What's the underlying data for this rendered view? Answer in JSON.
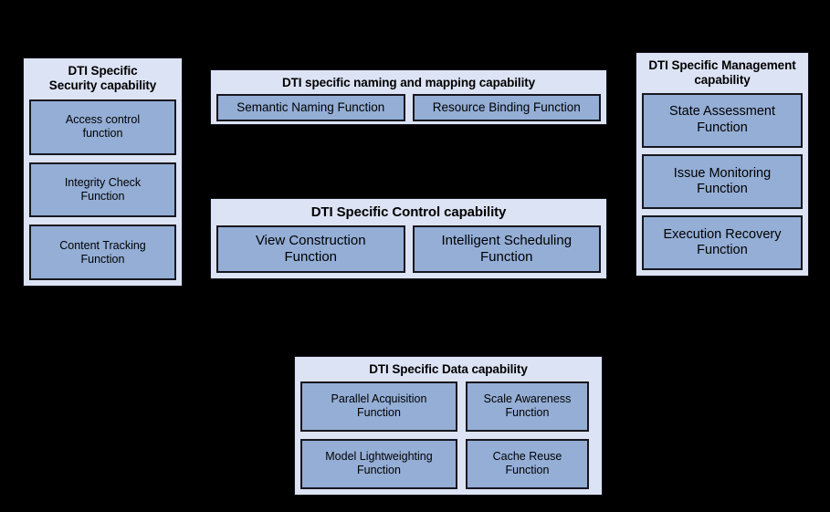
{
  "diagram": {
    "background_color": "#000000",
    "group_fill_color": "#dce3f4",
    "function_fill_color": "#94aed6",
    "border_color": "#17171f"
  },
  "groups": {
    "security": {
      "title": "DTI Specific Security capability",
      "title_line1": "DTI Specific",
      "title_line2": "Security capability",
      "functions": [
        {
          "line1": "Access control",
          "line2": "function"
        },
        {
          "line1": "Integrity Check",
          "line2": "Function"
        },
        {
          "line1": "Content Tracking",
          "line2": "Function"
        }
      ]
    },
    "naming": {
      "title": "DTI specific naming and mapping capability",
      "functions": [
        {
          "label": "Semantic Naming Function"
        },
        {
          "label": "Resource Binding Function"
        }
      ]
    },
    "control": {
      "title": "DTI Specific Control capability",
      "functions": [
        {
          "line1": "View Construction",
          "line2": "Function"
        },
        {
          "line1": "Intelligent Scheduling",
          "line2": "Function"
        }
      ]
    },
    "management": {
      "title": "DTI Specific Management capability",
      "title_line1": "DTI Specific Management",
      "title_line2": "capability",
      "functions": [
        {
          "line1": "State Assessment",
          "line2": "Function"
        },
        {
          "line1": "Issue Monitoring",
          "line2": "Function"
        },
        {
          "line1": "Execution Recovery",
          "line2": "Function"
        }
      ]
    },
    "data": {
      "title": "DTI Specific Data capability",
      "functions": [
        {
          "line1": "Parallel Acquisition",
          "line2": "Function"
        },
        {
          "line1": "Scale Awareness",
          "line2": "Function"
        },
        {
          "line1": "Model Lightweighting",
          "line2": "Function"
        },
        {
          "line1": "Cache Reuse",
          "line2": "Function"
        }
      ]
    }
  }
}
